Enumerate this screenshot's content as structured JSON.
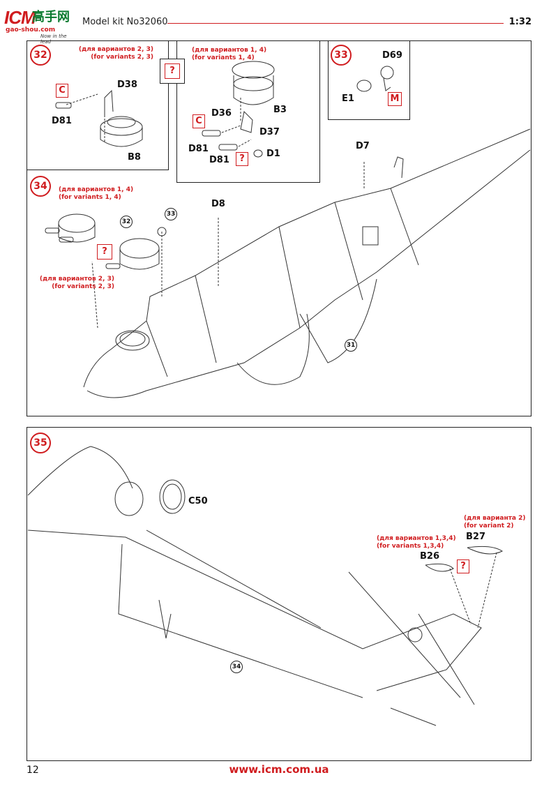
{
  "header": {
    "logo_text": "ICM",
    "logo_cn": "高手网",
    "logo_site": "gao-shou.com",
    "logo_tagline": "Now in the lead",
    "title": "Model kit No32060",
    "scale": "1:32"
  },
  "steps": {
    "s32": {
      "number": "32",
      "variant_ru_left": "(для вариантов 2, 3)",
      "variant_en_left": "(for variants 2, 3)",
      "variant_ru_right": "(для вариантов 1, 4)",
      "variant_en_right": "(for variants 1, 4)",
      "labels": {
        "d38": "D38",
        "d81a": "D81",
        "b8": "B8",
        "d36": "D36",
        "b3": "B3",
        "d37": "D37",
        "d81b": "D81",
        "d81c": "D81",
        "d1": "D1"
      },
      "markers": {
        "c1": "C",
        "c2": "C",
        "q1": "?",
        "q2": "?"
      }
    },
    "s33": {
      "number": "33",
      "labels": {
        "d69": "D69",
        "e1": "E1"
      },
      "markers": {
        "m": "M"
      }
    },
    "s34": {
      "number": "34",
      "variant_ru_top": "(для вариантов 1, 4)",
      "variant_en_top": "(for variants 1, 4)",
      "variant_ru_bottom": "(для вариантов 2, 3)",
      "variant_en_bottom": "(for variants 2, 3)",
      "labels": {
        "d8": "D8",
        "d7": "D7"
      },
      "refs": {
        "r32": "32",
        "r33": "33",
        "r31": "31"
      },
      "markers": {
        "q": "?"
      }
    },
    "s35": {
      "number": "35",
      "variant_ru_a": "(для вариантов 1,3,4)",
      "variant_en_a": "(for variants 1,3,4)",
      "variant_ru_b": "(для варианта 2)",
      "variant_en_b": "(for variant 2)",
      "labels": {
        "c50": "C50",
        "b26": "B26",
        "b27": "B27"
      },
      "refs": {
        "r34": "34"
      },
      "markers": {
        "q": "?"
      }
    }
  },
  "footer": {
    "page_number": "12",
    "url": "www.icm.com.ua"
  }
}
